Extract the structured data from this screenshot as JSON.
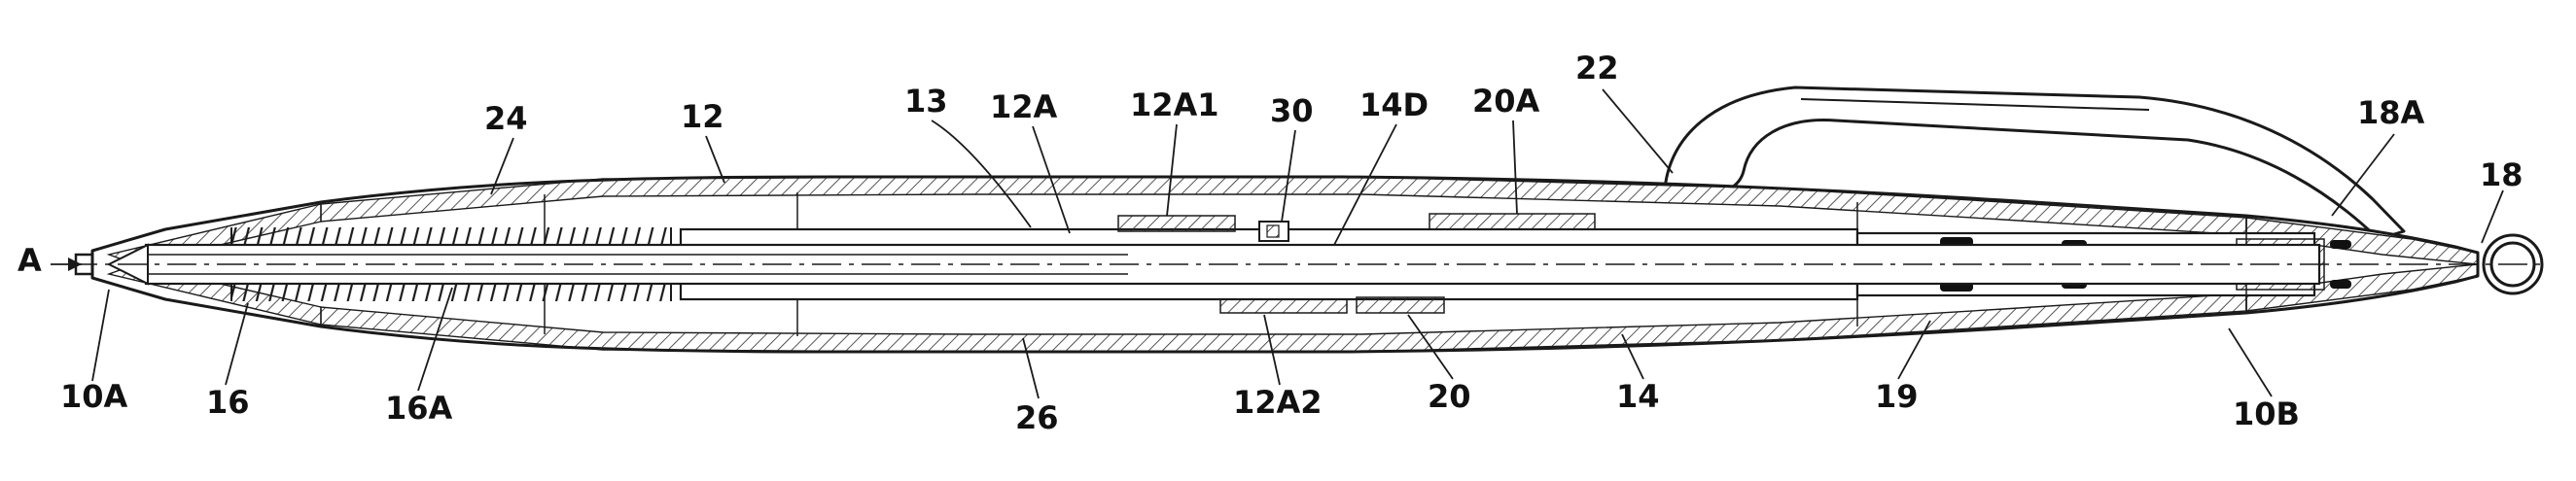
{
  "figure": {
    "labels": {
      "ref_A": "A",
      "ref_10A": "10A",
      "ref_16": "16",
      "ref_16A": "16A",
      "ref_24": "24",
      "ref_12": "12",
      "ref_13": "13",
      "ref_12A": "12A",
      "ref_12A1": "12A1",
      "ref_30": "30",
      "ref_14D": "14D",
      "ref_20A": "20A",
      "ref_22": "22",
      "ref_26": "26",
      "ref_12A2": "12A2",
      "ref_20": "20",
      "ref_14": "14",
      "ref_19": "19",
      "ref_18A": "18A",
      "ref_18": "18",
      "ref_10B": "10B"
    },
    "colors": {
      "line": "#1a1a1a",
      "background": "#ffffff"
    }
  }
}
